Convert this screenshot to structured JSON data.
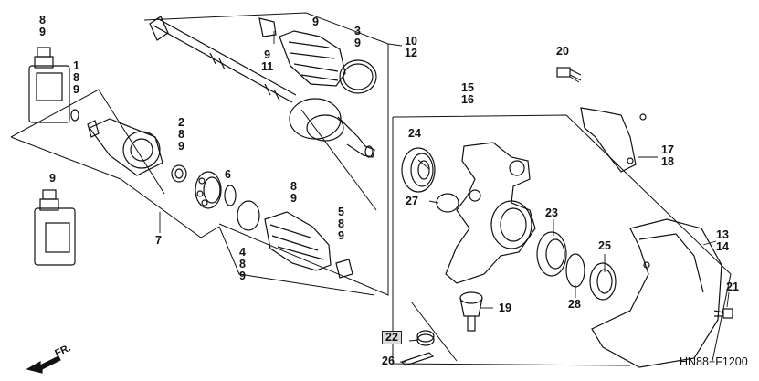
{
  "callouts": {
    "c1": [
      "8",
      "9"
    ],
    "c2": [
      "1",
      "8",
      "9"
    ],
    "c3": [
      "9"
    ],
    "c4": [
      "2",
      "8",
      "9"
    ],
    "c5": "6",
    "c6": "7",
    "c7": [
      "9",
      "11"
    ],
    "c8": "9",
    "c9": [
      "3",
      "9"
    ],
    "c10": [
      "10",
      "12"
    ],
    "c11": [
      "8",
      "9"
    ],
    "c12": [
      "5",
      "8",
      "9"
    ],
    "c13": [
      "4",
      "8",
      "9"
    ],
    "c14": [
      "15",
      "16"
    ],
    "c15": "24",
    "c16": "27",
    "c17": "23",
    "c18": "25",
    "c19": "28",
    "c20": "19",
    "c21": "22",
    "c22": "26",
    "c23": "20",
    "c24": [
      "17",
      "18"
    ],
    "c25": [
      "13",
      "14"
    ],
    "c26": "21"
  },
  "direction_label": "FR.",
  "diagram_code": "HN88−F1200",
  "colors": {
    "line": "#111111",
    "highlight": "#d9d9d9"
  }
}
